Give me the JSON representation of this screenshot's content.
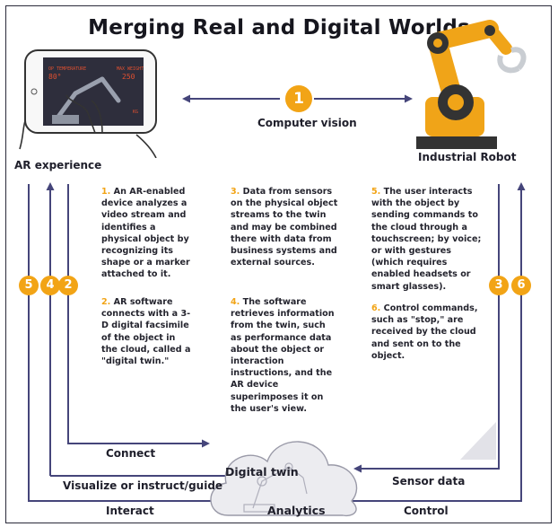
{
  "title": "Merging Real and Digital Worlds",
  "colors": {
    "accent": "#f2a416",
    "arrow": "#45457a",
    "text": "#1e1e2e",
    "cloud": "#ececf0"
  },
  "top_link": {
    "number": "1",
    "label": "Computer vision"
  },
  "ar_label": "AR experience",
  "robot_label": "Industrial Robot",
  "left_badges": [
    "5",
    "4",
    "2"
  ],
  "right_badges": [
    "3",
    "6"
  ],
  "steps": {
    "s1": {
      "num": "1.",
      "text": "An AR-enabled device analyzes a video stream and identifies a physical object by recognizing its shape or a marker attached to it."
    },
    "s2": {
      "num": "2.",
      "text": "AR software connects with a 3-D digital facsimile of the object in the cloud, called a \"digital twin.\""
    },
    "s3": {
      "num": "3.",
      "text": "Data from sensors on the physical object streams to the twin and may be combined there with data from business systems and external sources."
    },
    "s4": {
      "num": "4.",
      "text": "The software retrieves information from the twin, such as performance data about the object or interaction instructions, and the AR device superimposes it on the user's view."
    },
    "s5": {
      "num": "5.",
      "text": "The user interacts with the object by sending commands to the cloud through a touchscreen; by voice; or with gestures (which requires enabled headsets or smart glasses)."
    },
    "s6": {
      "num": "6.",
      "text": "Control commands, such as \"stop,\" are received by the cloud and sent on to the object."
    }
  },
  "flows": {
    "connect": "Connect",
    "visualize": "Visualize or instruct/guide",
    "interact": "Interact",
    "sensor": "Sensor data",
    "control": "Control"
  },
  "cloud": {
    "twin": "Digital twin",
    "analytics": "Analytics"
  },
  "phone_screen": {
    "temp_label": "OP TEMPERATURE",
    "temp_value": "80°",
    "weight_label": "MAX WEIGHT",
    "weight_value": "250",
    "unit": "KG"
  }
}
